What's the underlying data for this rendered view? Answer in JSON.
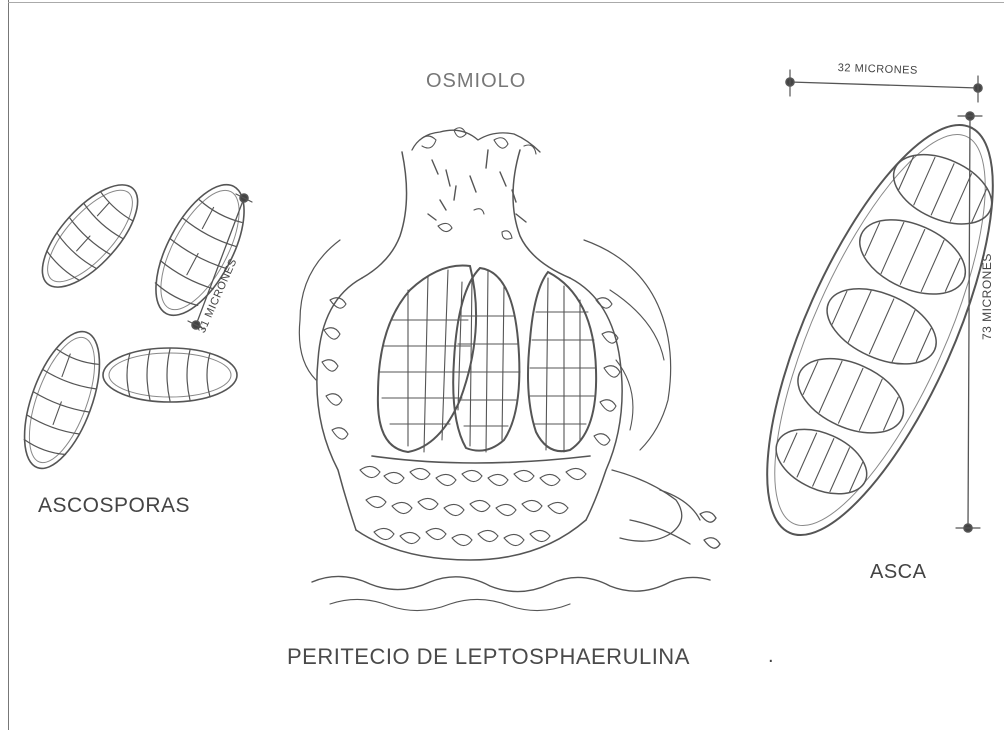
{
  "labels": {
    "top": "OSMIOLO",
    "left": "ASCOSPORAS",
    "right": "ASCA",
    "bottom": "PERITECIO DE LEPTOSPHAERULINA",
    "trailing_mark": "."
  },
  "measurements": {
    "asca_width": "32 MICRONES",
    "ascospore_length": "31 MICRONES",
    "asca_length": "73 MICRONES"
  }
}
